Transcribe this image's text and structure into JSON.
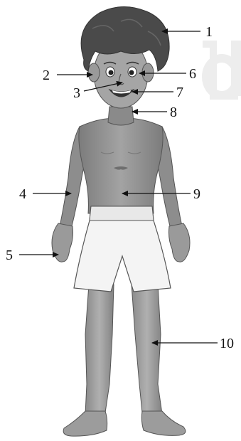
{
  "labels": [
    {
      "id": "1",
      "text": "1"
    },
    {
      "id": "2",
      "text": "2"
    },
    {
      "id": "3",
      "text": "3"
    },
    {
      "id": "4",
      "text": "4"
    },
    {
      "id": "5",
      "text": "5"
    },
    {
      "id": "6",
      "text": "6"
    },
    {
      "id": "7",
      "text": "7"
    },
    {
      "id": "8",
      "text": "8"
    },
    {
      "id": "9",
      "text": "9"
    },
    {
      "id": "10",
      "text": "10"
    }
  ],
  "colors": {
    "skin": "#8f8f8f",
    "skin_light": "#b3b3b3",
    "hair": "#4a4a4a",
    "shorts": "#f4f4f4",
    "watermark": "#eeeeee",
    "line": "#111111"
  }
}
